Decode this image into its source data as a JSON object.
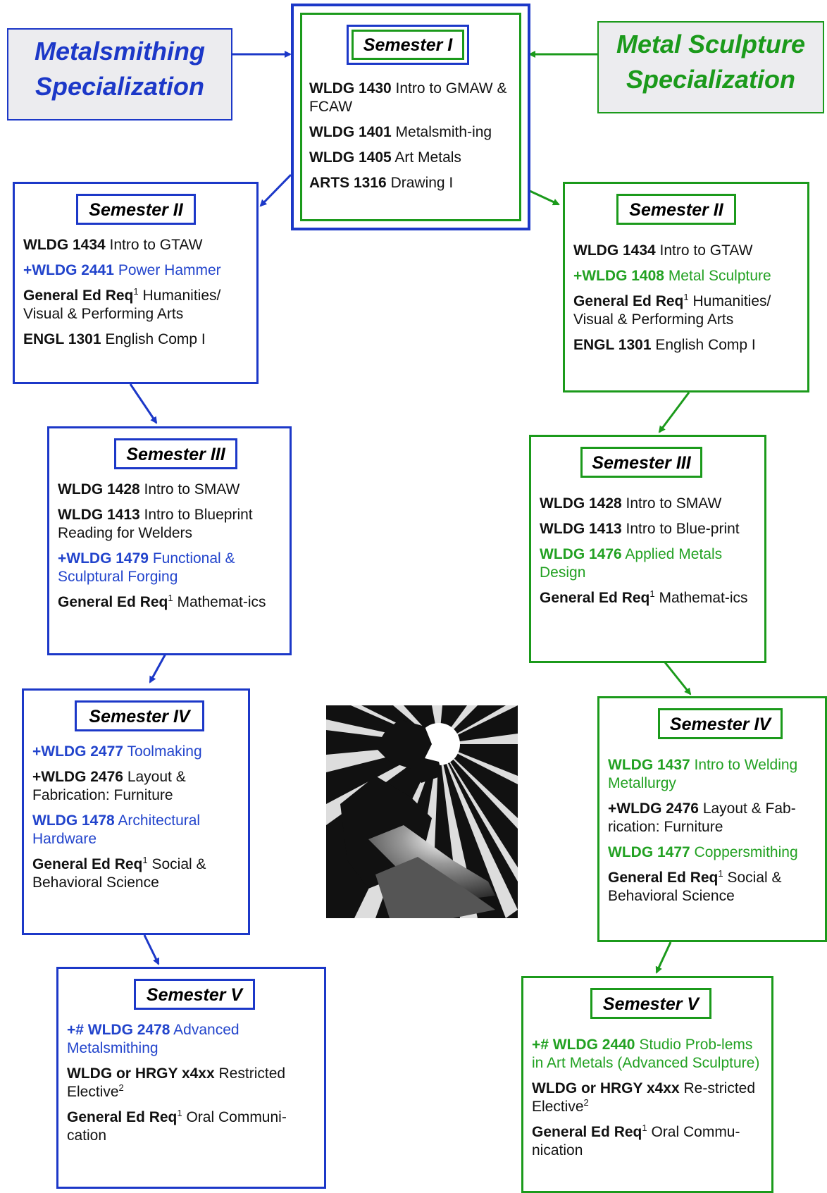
{
  "metalsmithing": {
    "title_line1": "Metalsmithing",
    "title_line2": "Specialization",
    "color": "#1c38c8",
    "semesters": [
      {
        "heading": "Semester II",
        "courses": [
          {
            "code": "WLDG 1434",
            "title": "Intro to GTAW",
            "hl": false
          },
          {
            "code": "+WLDG 2441",
            "title": "Power Hammer",
            "hl": true
          },
          {
            "code": "General Ed Req",
            "sup": "1",
            "title": "Humanities/ Visual & Performing Arts",
            "hl": false
          },
          {
            "code": "ENGL 1301",
            "title": "English Comp I",
            "hl": false
          }
        ]
      },
      {
        "heading": "Semester III",
        "courses": [
          {
            "code": "WLDG 1428",
            "title": "Intro to SMAW",
            "hl": false
          },
          {
            "code": "WLDG 1413",
            "title": "Intro to Blueprint Reading for Welders",
            "hl": false
          },
          {
            "code": "+WLDG 1479",
            "title": "Functional & Sculptural Forging",
            "hl": true
          },
          {
            "code": "General Ed Req",
            "sup": "1",
            "title": "Mathemat-ics",
            "hl": false
          }
        ]
      },
      {
        "heading": "Semester IV",
        "courses": [
          {
            "code": "+WLDG 2477",
            "title": "Toolmaking",
            "hl": true
          },
          {
            "code": "+WLDG 2476",
            "title": "Layout & Fabrication:  Furniture",
            "hl": false
          },
          {
            "code": "WLDG 1478",
            "title": "Architectural Hardware",
            "hl": true
          },
          {
            "code": "General Ed Req",
            "sup": "1",
            "title": "Social & Behavioral Science",
            "hl": false
          }
        ]
      },
      {
        "heading": "Semester V",
        "courses": [
          {
            "code": "+# WLDG 2478",
            "title": "Advanced Metalsmithing",
            "hl": true
          },
          {
            "code": "WLDG or HRGY x4xx",
            "title": "Restricted Elective",
            "tsup": "2",
            "hl": false
          },
          {
            "code": "General Ed Req",
            "sup": "1",
            "title": "Oral Communi-cation",
            "hl": false
          }
        ]
      }
    ]
  },
  "semester1": {
    "heading": "Semester I",
    "courses": [
      {
        "code": "WLDG 1430",
        "title": "Intro to GMAW & FCAW"
      },
      {
        "code": "WLDG 1401",
        "title": "Metalsmith-ing"
      },
      {
        "code": "WLDG 1405",
        "title": "Art Metals"
      },
      {
        "code": "ARTS 1316",
        "title": "Drawing I"
      }
    ]
  },
  "sculpture": {
    "title_line1": "Metal Sculpture",
    "title_line2": "Specialization",
    "color": "#1b9a1b",
    "semesters": [
      {
        "heading": "Semester II",
        "courses": [
          {
            "code": "WLDG 1434",
            "title": "Intro to GTAW",
            "hl": false
          },
          {
            "code": "+WLDG 1408",
            "title": "Metal Sculpture",
            "hl": true
          },
          {
            "code": "General Ed Req",
            "sup": "1",
            "title": "Humanities/ Visual & Performing Arts",
            "hl": false
          },
          {
            "code": "ENGL 1301",
            "title": "English Comp I",
            "hl": false
          }
        ]
      },
      {
        "heading": "Semester III",
        "courses": [
          {
            "code": "WLDG 1428",
            "title": "Intro to SMAW",
            "hl": false
          },
          {
            "code": "WLDG 1413",
            "title": "Intro to Blue-print",
            "hl": false
          },
          {
            "code": "WLDG 1476",
            "title": "Applied Metals Design",
            "hl": true
          },
          {
            "code": "General Ed Req",
            "sup": "1",
            "title": "Mathemat-ics",
            "hl": false
          }
        ]
      },
      {
        "heading": "Semester IV",
        "courses": [
          {
            "code": "WLDG 1437",
            "title": "Intro to Welding Metallurgy",
            "hl": true
          },
          {
            "code": "+WLDG 2476",
            "title": "Layout & Fab-rication:  Furniture",
            "hl": false
          },
          {
            "code": "WLDG 1477",
            "title": "Coppersmithing",
            "hl": true
          },
          {
            "code": "General Ed Req",
            "sup": "1",
            "title": "Social & Behavioral Science",
            "hl": false
          }
        ]
      },
      {
        "heading": "Semester V",
        "courses": [
          {
            "code": "+# WLDG 2440",
            "title": "Studio Prob-lems in Art Metals (Advanced Sculpture)",
            "hl": true
          },
          {
            "code": "WLDG or HRGY x4xx",
            "title": "Re-stricted Elective",
            "tsup": "2",
            "hl": false
          },
          {
            "code": "General Ed Req",
            "sup": "1",
            "title": "Oral Commu-nication",
            "hl": false
          }
        ]
      }
    ]
  },
  "image": {
    "icon": "welder-icon"
  }
}
